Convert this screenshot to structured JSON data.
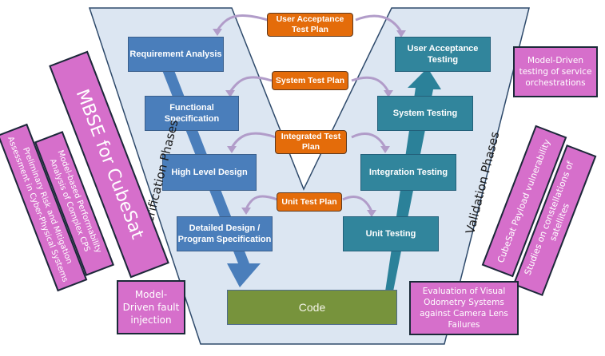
{
  "colors": {
    "verification_box": "#4a7ebb",
    "validation_box": "#31859c",
    "test_plan_box": "#e46c0a",
    "code_box": "#77933c",
    "research_box": "#d66fcb",
    "v_background": "#dce6f2"
  },
  "phases": {
    "verification": "Verification Phases",
    "validation": "Validation Phases"
  },
  "verification_steps": [
    {
      "label": "Requirement Analysis"
    },
    {
      "label": "Functional Specification"
    },
    {
      "label": "High Level Design"
    },
    {
      "label": "Detailed Design / Program Specification"
    }
  ],
  "validation_steps": [
    {
      "label": "User Acceptance Testing"
    },
    {
      "label": "System Testing"
    },
    {
      "label": "Integration Testing"
    },
    {
      "label": "Unit Testing"
    }
  ],
  "test_plans": [
    {
      "label": "User Acceptance Test Plan"
    },
    {
      "label": "System Test Plan"
    },
    {
      "label": "Integrated Test Plan"
    },
    {
      "label": "Unit Test Plan"
    }
  ],
  "code": {
    "label": "Code"
  },
  "research_boxes": {
    "mbse": "MBSE for CubeSat",
    "performability": "Model-based Performability Analysis of Complex CPS",
    "risk": "Preliminary Risk and Mitigation Assessment in Cyber-Physical Systems",
    "fault_injection": "Model-Driven fault injection",
    "service_orchestration": "Model-Driven testing of service orchestrations",
    "payload": "CubeSat Payload vulnerability",
    "constellations": "Studies on constellations of satellites",
    "visual_odometry": "Evaluation of Visual Odometry Systems against Camera Lens Failures"
  }
}
